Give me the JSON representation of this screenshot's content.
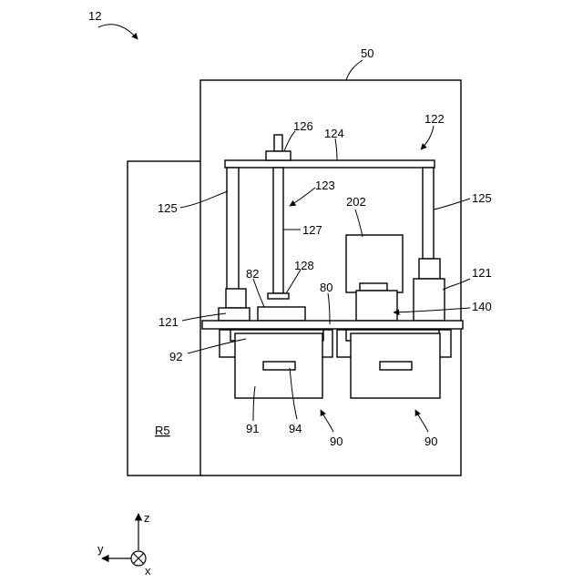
{
  "figure_label": "12",
  "labels": {
    "housing": "50",
    "transfer_unit": "122",
    "top_plate": "124",
    "rod_cap": "126",
    "mechanism": "123",
    "column_left": "125",
    "column_right": "125",
    "component_202": "202",
    "rod": "127",
    "rod_tip": "128",
    "component_82": "82",
    "component_80": "80",
    "actuator_left": "121",
    "actuator_right": "121",
    "component_140": "140",
    "rail": "92",
    "drawer_body": "91",
    "handle": "94",
    "drawer_left": "90",
    "drawer_right": "90",
    "region": "R5"
  },
  "axes": {
    "z": "z",
    "y": "y",
    "x": "x"
  }
}
